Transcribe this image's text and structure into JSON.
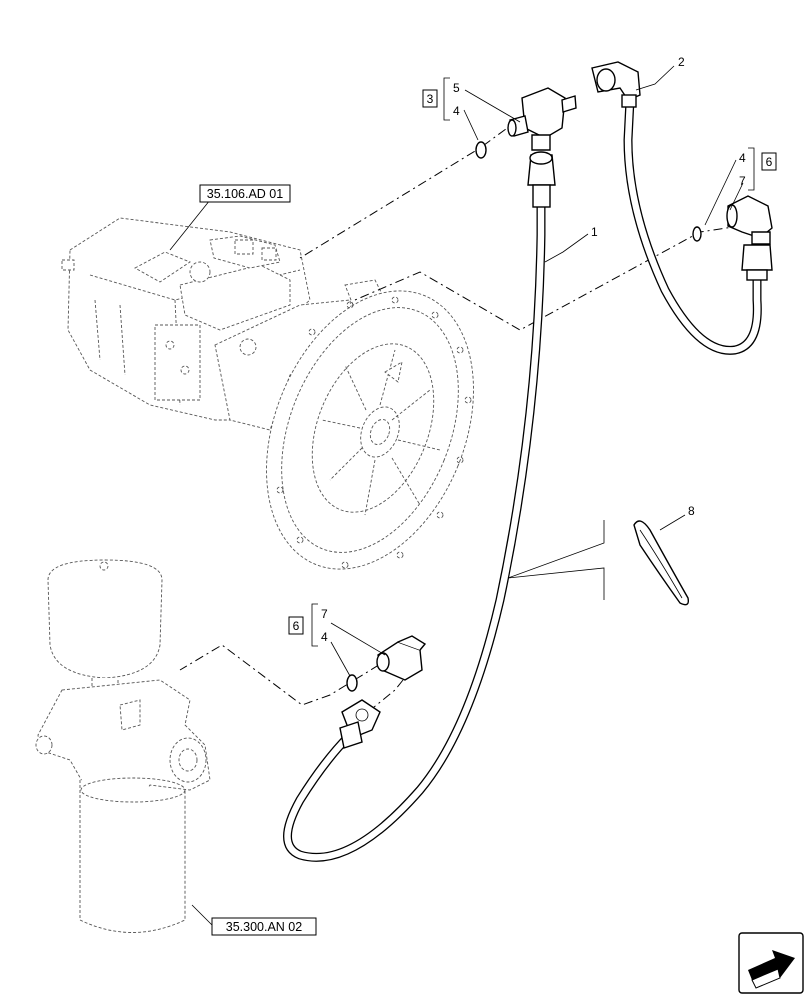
{
  "references": {
    "pump_ref": "35.106.AD 01",
    "filter_ref": "35.300.AN 02"
  },
  "callouts": {
    "hose_1": "1",
    "hose_2": "2",
    "tie_8": "8"
  },
  "groups": {
    "top_left": {
      "box": "3",
      "items": [
        "5",
        "4"
      ]
    },
    "right": {
      "box": "6",
      "items": [
        "4",
        "7"
      ]
    },
    "bottom": {
      "box": "6",
      "items": [
        "7",
        "4"
      ]
    }
  },
  "icons": {
    "nav": "next-page-arrow-icon"
  }
}
